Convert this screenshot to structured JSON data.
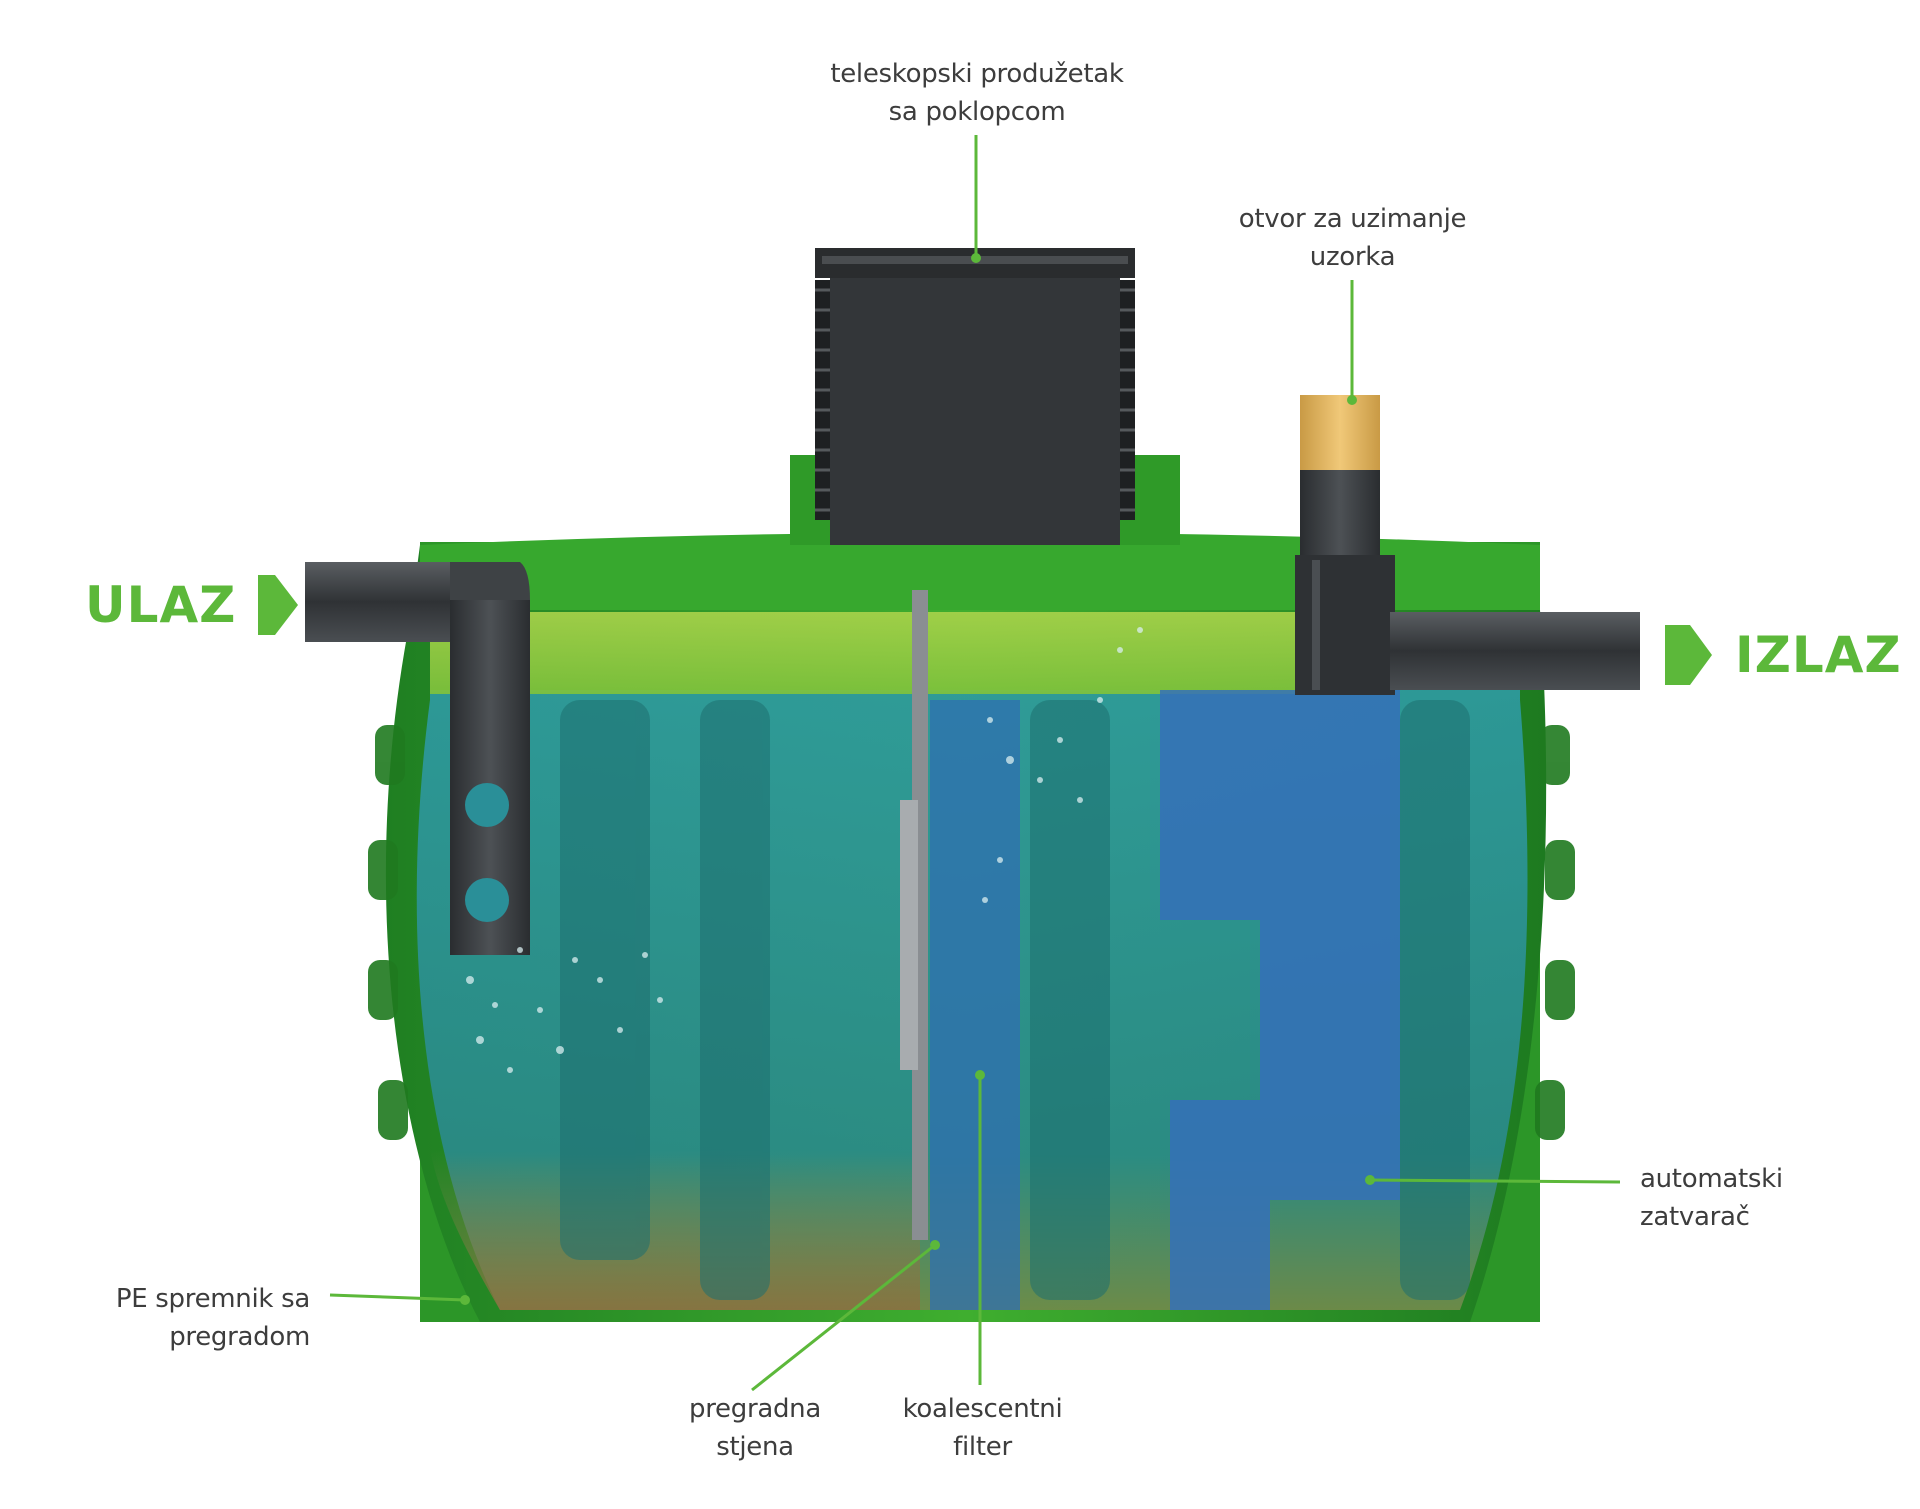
{
  "labels": {
    "teleskopski": [
      "teleskopski produžetak",
      "sa poklopcom"
    ],
    "otvor": [
      "otvor za uzimanje",
      "uzorka"
    ],
    "pe_spremnik": [
      "PE spremnik sa",
      "pregradom"
    ],
    "pregradna": [
      "pregradna",
      "stjena"
    ],
    "koalescentni": [
      "koalescentni",
      "filter"
    ],
    "automatski": [
      "automatski",
      "zatvarač"
    ]
  },
  "flow": {
    "inlet": "ULAZ",
    "outlet": "IZLAZ"
  },
  "colors": {
    "accent_green": "#5cb83a",
    "tank_green": "#2e9a2a",
    "water": "#2a8f98",
    "pipe": "#3a3d40",
    "sample_cap": "#e6b765"
  }
}
